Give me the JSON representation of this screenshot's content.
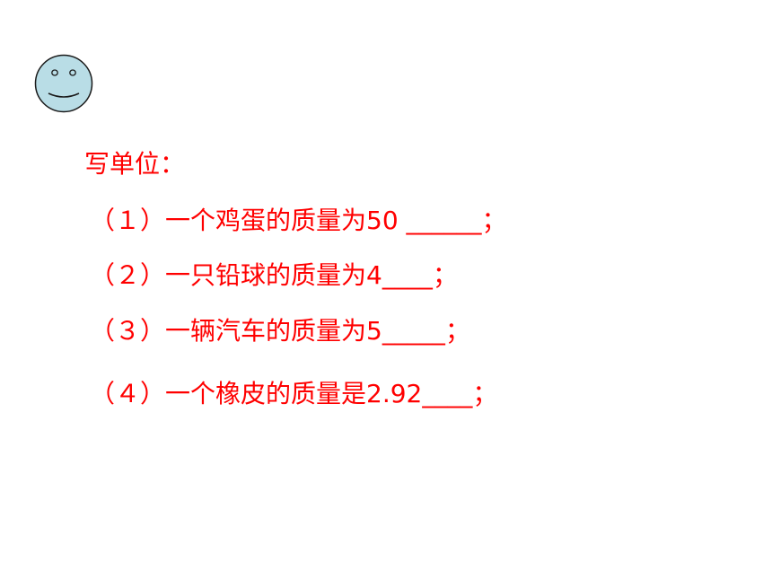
{
  "icon": "smiley-face-icon",
  "colors": {
    "text": "#ff0000",
    "smiley_fill": "#b9dde6",
    "smiley_stroke": "#1a1a1a"
  },
  "heading": "写单位：",
  "questions": [
    "（１）一个鸡蛋的质量为50 ______；",
    "（２）一只铅球的质量为4____；",
    "（３）一辆汽车的质量为5_____；",
    "（４）一个橡皮的质量是2.92____；"
  ]
}
